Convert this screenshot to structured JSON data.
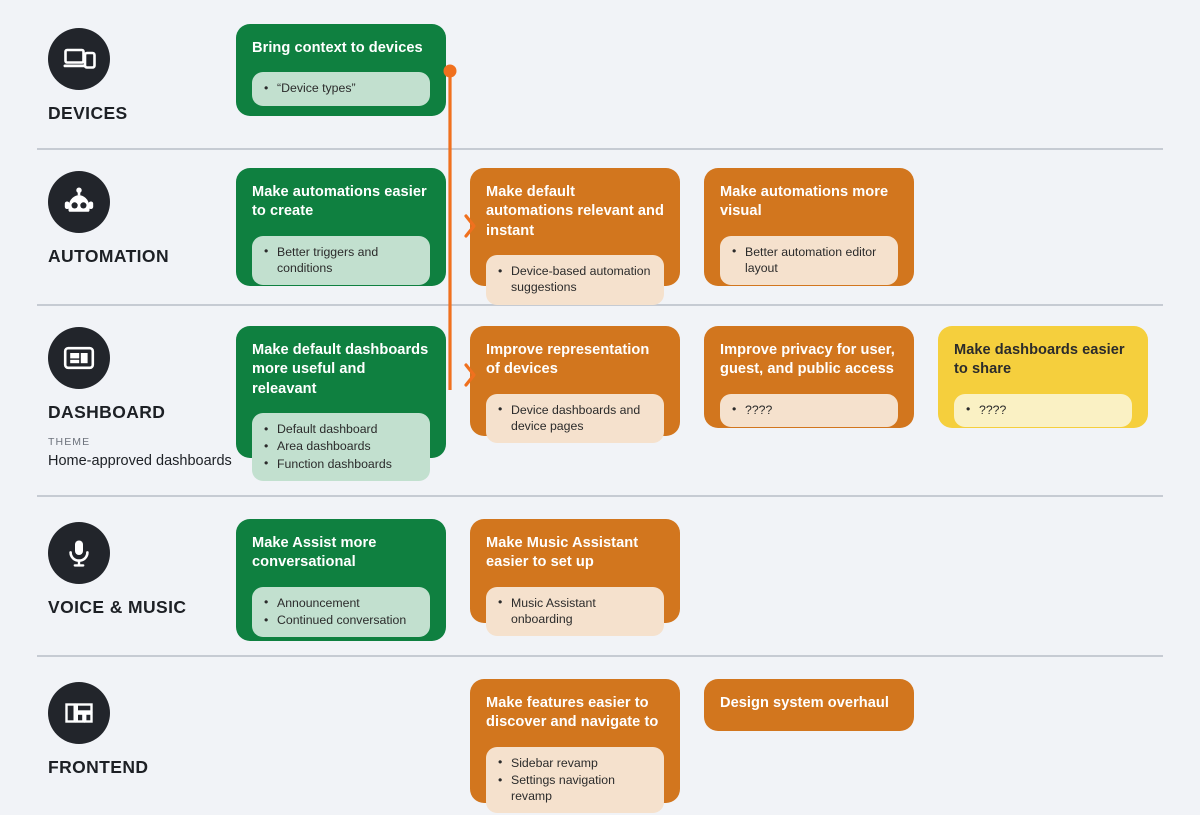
{
  "meta": {
    "background_color": "#f1f3f7",
    "separator_color": "#c6cbd3",
    "colors": {
      "green": "#0f8040",
      "green_pill": "#c2e0cf",
      "orange": "#d2761e",
      "orange_pill": "#f5e1cd",
      "yellow": "#f5cf3d",
      "yellow_pill": "#faf1c4",
      "icon_circle": "#22252b",
      "connector": "#f0701e"
    }
  },
  "rows": [
    {
      "id": "devices",
      "icon": "devices-icon",
      "name": "DEVICES",
      "theme_label": null,
      "theme_text": null,
      "cards": [
        {
          "title": "Bring context to devices",
          "color": "green",
          "items": [
            "“Device types”"
          ]
        }
      ]
    },
    {
      "id": "automation",
      "icon": "robot-icon",
      "name": "AUTOMATION",
      "theme_label": null,
      "theme_text": null,
      "cards": [
        {
          "title": "Make automations easier to create",
          "color": "green",
          "items": [
            "Better triggers and conditions"
          ]
        },
        {
          "title": "Make default automations relevant and instant",
          "color": "orange",
          "items": [
            "Device-based automation suggestions"
          ]
        },
        {
          "title": "Make automations more visual",
          "color": "orange",
          "items": [
            "Better automation editor layout"
          ]
        }
      ]
    },
    {
      "id": "dashboard",
      "icon": "dashboard-icon",
      "name": "DASHBOARD",
      "theme_label": "THEME",
      "theme_text": "Home-approved dashboards",
      "cards": [
        {
          "title": "Make default dashboards more useful and releavant",
          "color": "green",
          "items": [
            "Default dashboard",
            "Area dashboards",
            "Function dashboards"
          ]
        },
        {
          "title": "Improve representation of devices",
          "color": "orange",
          "items": [
            "Device dashboards and device pages"
          ]
        },
        {
          "title": "Improve privacy for user, guest, and public access",
          "color": "orange",
          "items": [
            "????"
          ]
        },
        {
          "title": "Make dashboards easier to share",
          "color": "yellow",
          "items": [
            "????"
          ]
        }
      ]
    },
    {
      "id": "voice-music",
      "icon": "microphone-icon",
      "name": "VOICE & MUSIC",
      "theme_label": null,
      "theme_text": null,
      "cards": [
        {
          "title": "Make Assist more conversational",
          "color": "green",
          "items": [
            "Announcement",
            "Continued conversation"
          ]
        },
        {
          "title": "Make Music Assistant easier to set up",
          "color": "orange",
          "items": [
            "Music Assistant onboarding"
          ]
        }
      ]
    },
    {
      "id": "frontend",
      "icon": "layout-icon",
      "name": "FRONTEND",
      "theme_label": null,
      "theme_text": null,
      "cards": [
        {
          "title": "Make features easier to discover and navigate to",
          "color": "orange",
          "items": [
            "Sidebar revamp",
            "Settings navigation revamp"
          ]
        },
        {
          "title": "Design system overhaul",
          "color": "orange",
          "items": []
        }
      ]
    }
  ]
}
